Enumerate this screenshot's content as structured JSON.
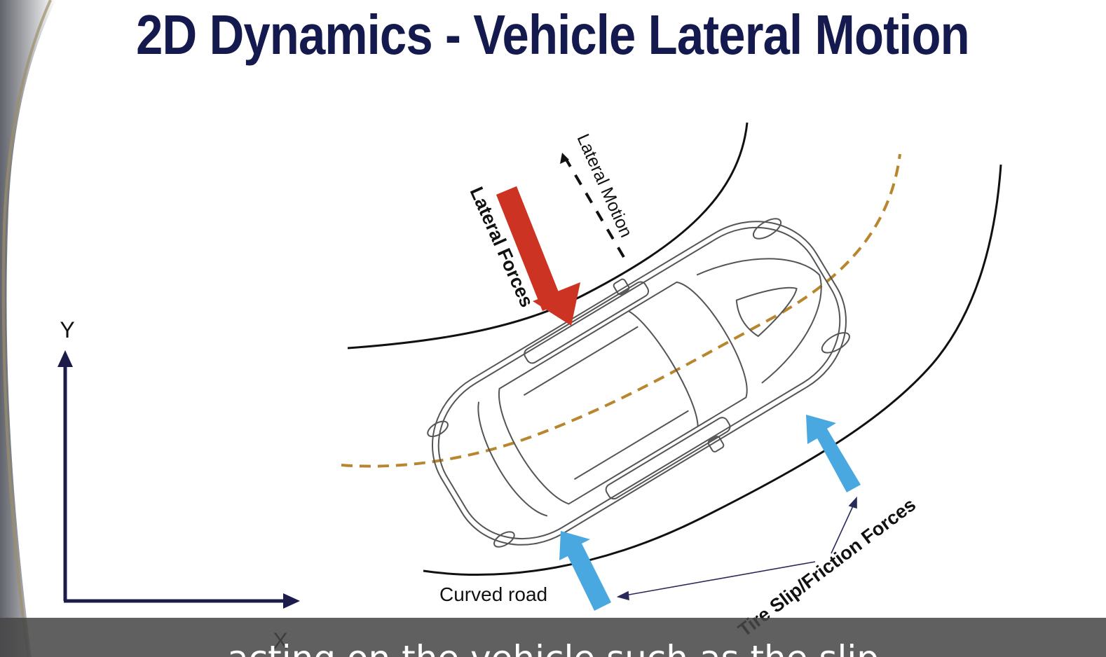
{
  "slide": {
    "title": "2D Dynamics - Vehicle Lateral Motion"
  },
  "axes": {
    "y_label": "Y",
    "x_label": "X"
  },
  "labels": {
    "lateral_forces": "Lateral Forces",
    "lateral_motion": "Lateral Motion",
    "curved_road": "Curved road",
    "tire_forces": "Tire Slip/Friction Forces"
  },
  "colors": {
    "title": "#141a4e",
    "axis": "#1c1c4a",
    "lateral_force_arrow": "#cc3322",
    "tire_force_arrow": "#4aa8e0",
    "path": "#b8862e",
    "road": "#111111"
  },
  "subtitle": {
    "text": "acting on the vehicle such as the slip"
  }
}
